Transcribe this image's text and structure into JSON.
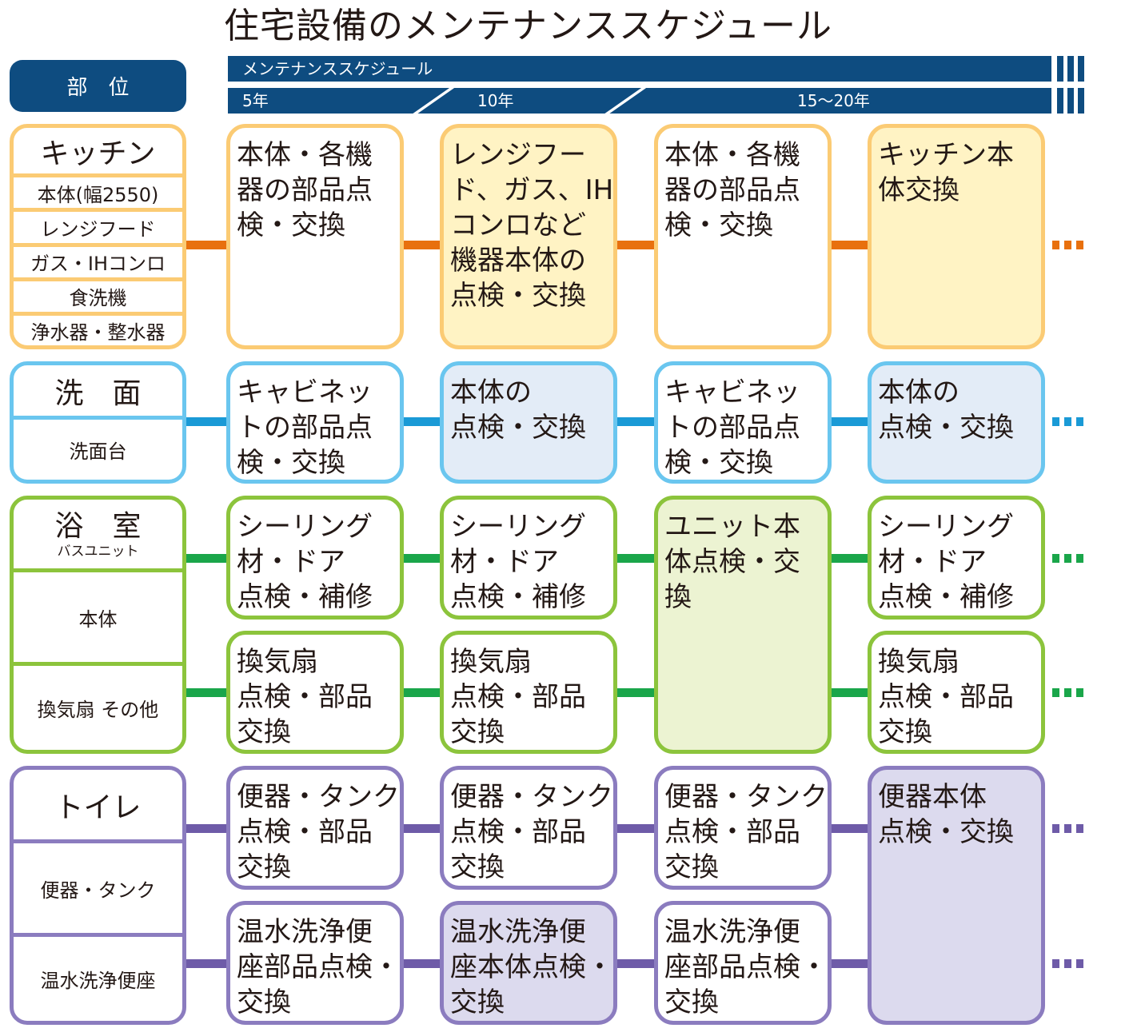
{
  "title": "住宅設備のメンテナンススケジュール",
  "header": {
    "part_label": "部　位",
    "schedule_label": "メンテナンススケジュール",
    "periods": [
      "5年",
      "10年",
      "15〜20年"
    ]
  },
  "colors": {
    "navy": "#0e4c80"
  },
  "groups": [
    {
      "id": "kitchen",
      "color": {
        "border": "#fbcb74",
        "fill": "#fff3c4",
        "line": "#e8700e"
      },
      "name": "キッチン",
      "subtitle": "",
      "items": [
        "本体(幅2550)",
        "レンジフード",
        "ガス・IHコンロ",
        "食洗機",
        "浄水器・整水器"
      ],
      "rows": [
        [
          "本体・各機\n器の部品点\n検・交換",
          "レンジフー\nド、ガス、IH\nコンロなど\n機器本体の\n点検・交換",
          "本体・各機\n器の部品点\n検・交換",
          "キッチン本\n体交換"
        ]
      ],
      "highlight": [
        [
          false,
          true,
          false,
          true
        ]
      ]
    },
    {
      "id": "washroom",
      "color": {
        "border": "#6ac6ef",
        "fill": "#e3ecf7",
        "line": "#1a9ad6"
      },
      "name": "洗　面",
      "subtitle": "",
      "items": [
        "洗面台"
      ],
      "rows": [
        [
          "キャビネッ\nトの部品点\n検・交換",
          "本体の\n点検・交換",
          "キャビネッ\nトの部品点\n検・交換",
          "本体の\n点検・交換"
        ]
      ],
      "highlight": [
        [
          false,
          true,
          false,
          true
        ]
      ]
    },
    {
      "id": "bathroom",
      "color": {
        "border": "#8cc43c",
        "fill": "#ecf3d2",
        "line": "#1aa64a"
      },
      "name": "浴　室",
      "subtitle": "バスユニット",
      "items": [
        "本体",
        "換気扇 その他"
      ],
      "rows": [
        [
          "シーリング\n材・ドア\n点検・補修",
          "シーリング\n材・ドア\n点検・補修",
          "ユニット本\n体点検・交\n換",
          "シーリング\n材・ドア\n点検・補修"
        ],
        [
          "換気扇\n点検・部品\n交換",
          "換気扇\n点検・部品\n交換",
          null,
          "換気扇\n点検・部品\n交換"
        ]
      ],
      "highlight": [
        [
          false,
          false,
          true,
          false
        ],
        [
          false,
          false,
          false,
          false
        ]
      ],
      "span": [
        2
      ]
    },
    {
      "id": "toilet",
      "color": {
        "border": "#8b7cbf",
        "fill": "#dcdaee",
        "line": "#6e5ba8"
      },
      "name": "トイレ",
      "subtitle": "",
      "items": [
        "便器・タンク",
        "温水洗浄便座"
      ],
      "rows": [
        [
          "便器・タンク\n点検・部品\n交換",
          "便器・タンク\n点検・部品\n交換",
          "便器・タンク\n点検・部品\n交換",
          "便器本体\n点検・交換"
        ],
        [
          "温水洗浄便\n座部品点検・\n交換",
          "温水洗浄便\n座本体点検・\n交換",
          "温水洗浄便\n座部品点検・\n交換",
          null
        ]
      ],
      "highlight": [
        [
          false,
          false,
          false,
          true
        ],
        [
          false,
          true,
          false,
          false
        ]
      ],
      "span": [
        3
      ]
    }
  ]
}
